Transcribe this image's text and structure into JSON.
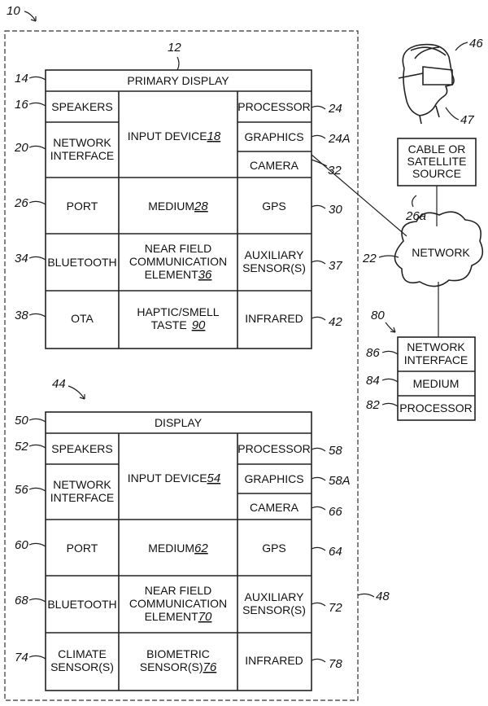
{
  "figure_refs": {
    "system": "10",
    "device1": "12",
    "device2": "44",
    "enclosure": "48",
    "server": "80",
    "headset": "46",
    "wearer": "47",
    "network": "22",
    "source": "26a",
    "cameras": "32"
  },
  "device1": {
    "rows": [
      {
        "ref_left": "14",
        "label": "PRIMARY DISPLAY"
      },
      {
        "ref_left": "16",
        "left": "SPEAKERS",
        "right": "PROCESSOR",
        "ref_right": "24"
      },
      {
        "right": "GRAPHICS",
        "ref_right": "24A"
      },
      {
        "ref_left": "20",
        "left": "NETWORK INTERFACE",
        "right": "CAMERA"
      },
      {
        "ref_left": "26",
        "left": "PORT",
        "mid": "MEDIUM",
        "mid_ref": "28",
        "right": "GPS",
        "ref_right": "30"
      },
      {
        "ref_left": "34",
        "left": "BLUETOOTH",
        "mid": "NEAR FIELD COMMUNICATION ELEMENT",
        "mid_ref": "36",
        "right": "AUXILIARY SENSOR(S)",
        "ref_right": "37"
      },
      {
        "ref_left": "38",
        "left": "OTA",
        "mid": "HAPTIC/SMELL TASTE",
        "mid_ref": "90",
        "right": "INFRARED",
        "ref_right": "42"
      }
    ],
    "input": {
      "label": "INPUT DEVICE",
      "ref": "18"
    }
  },
  "device2": {
    "rows": [
      {
        "ref_left": "50",
        "label": "DISPLAY"
      },
      {
        "ref_left": "52",
        "left": "SPEAKERS",
        "right": "PROCESSOR",
        "ref_right": "58"
      },
      {
        "right": "GRAPHICS",
        "ref_right": "58A"
      },
      {
        "ref_left": "56",
        "left": "NETWORK INTERFACE",
        "right": "CAMERA",
        "ref_right": "66"
      },
      {
        "ref_left": "60",
        "left": "PORT",
        "mid": "MEDIUM",
        "mid_ref": "62",
        "right": "GPS",
        "ref_right": "64"
      },
      {
        "ref_left": "68",
        "left": "BLUETOOTH",
        "mid": "NEAR FIELD COMMUNICATION ELEMENT",
        "mid_ref": "70",
        "right": "AUXILIARY SENSOR(S)",
        "ref_right": "72"
      },
      {
        "ref_left": "74",
        "left": "CLIMATE SENSOR(S)",
        "mid": "BIOMETRIC SENSOR(S)",
        "mid_ref": "76",
        "right": "INFRARED",
        "ref_right": "78"
      }
    ],
    "input": {
      "label": "INPUT DEVICE",
      "ref": "54"
    }
  },
  "source_box": {
    "label": "CABLE OR SATELLITE SOURCE"
  },
  "network": {
    "label": "NETWORK"
  },
  "server": {
    "rows": [
      {
        "label": "NETWORK INTERFACE",
        "ref": "86"
      },
      {
        "label": "MEDIUM",
        "ref": "84"
      },
      {
        "label": "PROCESSOR",
        "ref": "82"
      }
    ]
  },
  "icons": {
    "headset": "vr-headset-icon"
  }
}
